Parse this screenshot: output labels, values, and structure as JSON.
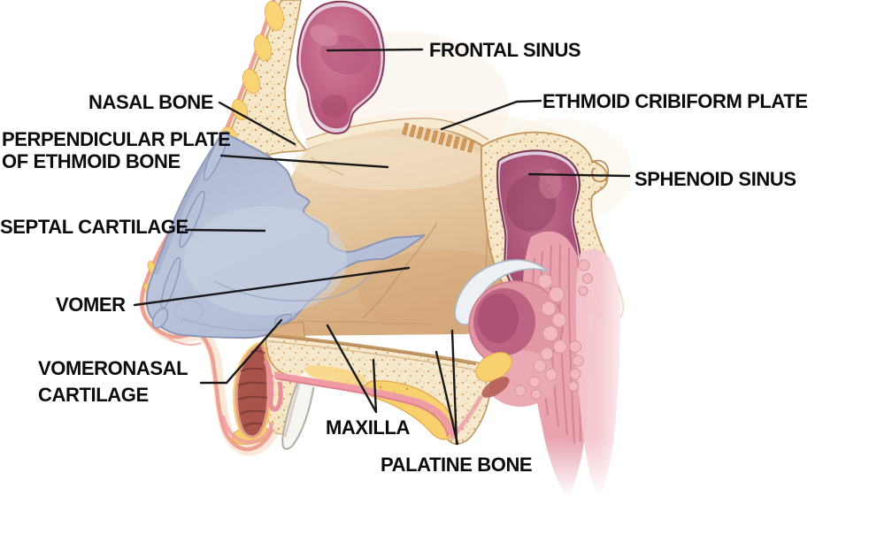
{
  "figure": {
    "type": "anatomical-diagram",
    "subject": "Sagittal section of the nasal cavity and septum",
    "labels": [
      {
        "id": "frontal-sinus",
        "text": "FRONTAL SINUS"
      },
      {
        "id": "nasal-bone",
        "text": "NASAL BONE"
      },
      {
        "id": "ethmoid-cribiform-plate",
        "text": "ETHMOID CRIBIFORM PLATE"
      },
      {
        "id": "perpendicular-plate",
        "lines": [
          "PERPENDICULAR PLATE",
          "OF ETHMOID BONE"
        ]
      },
      {
        "id": "sphenoid-sinus",
        "text": "SPHENOID SINUS"
      },
      {
        "id": "septal-cartilage",
        "text": "SEPTAL CARTILAGE"
      },
      {
        "id": "vomer",
        "text": "VOMER"
      },
      {
        "id": "vomeronasal-cartilage",
        "lines": [
          "VOMERONASAL",
          "CARTILAGE"
        ]
      },
      {
        "id": "maxilla",
        "text": "MAXILLA"
      },
      {
        "id": "palatine-bone",
        "text": "PALATINE BONE"
      }
    ],
    "palette": {
      "label_text": "#0c0c0c",
      "leader_line": "#191919",
      "skin_outline": "#efa191",
      "skin_inner": "#fce8d8",
      "bone_cream": "#f6e7c9",
      "bone_speckle": "#c9914e",
      "marrow_yellow": "#f8d474",
      "cartilage_blue": "#b5bed5",
      "septum_tan": "#e3c49d",
      "sinus_rose": "#b65b80",
      "sinus_rim_lavender": "#e3cedd",
      "mucosa_pink": "#ee9ba6",
      "lip_muscle_red": "#a8544a",
      "pharynx_pink": "#e9a4b0",
      "tooth_white": "#f7f5ef"
    }
  }
}
